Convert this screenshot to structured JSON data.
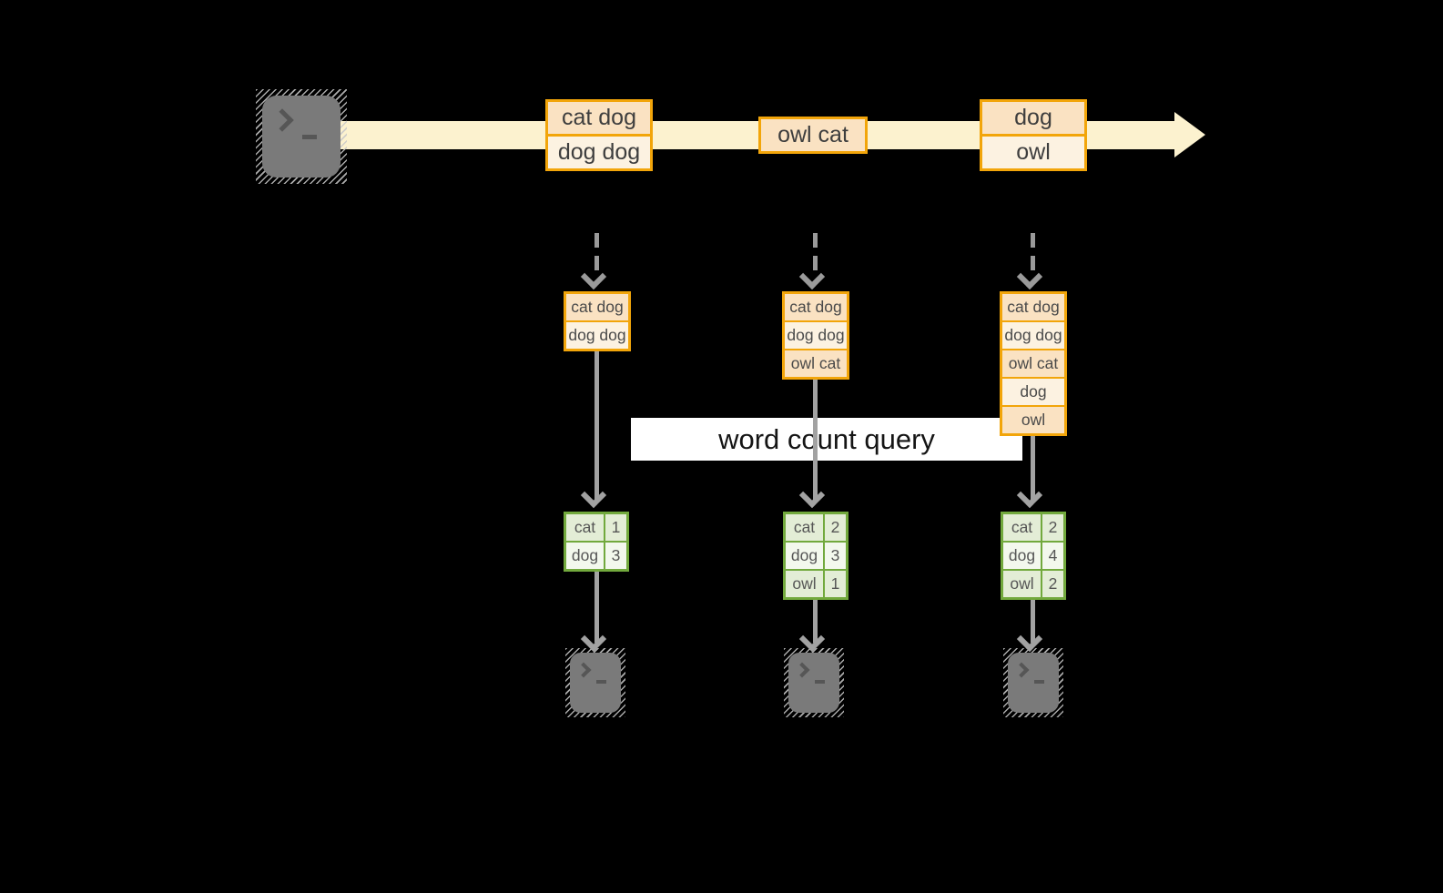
{
  "diagram": {
    "query_label": "word count query",
    "source": {
      "icon": "terminal-icon"
    },
    "stream_batches": [
      {
        "lines": [
          "cat dog",
          "dog dog"
        ]
      },
      {
        "lines": [
          "owl cat"
        ]
      },
      {
        "lines": [
          "dog",
          "owl"
        ]
      }
    ],
    "input_tables": [
      {
        "lines": [
          "cat dog",
          "dog dog"
        ]
      },
      {
        "lines": [
          "cat dog",
          "dog dog",
          "owl cat"
        ]
      },
      {
        "lines": [
          "cat dog",
          "dog dog",
          "owl cat",
          "dog",
          "owl"
        ]
      }
    ],
    "result_tables": [
      {
        "rows": [
          {
            "word": "cat",
            "count": "1"
          },
          {
            "word": "dog",
            "count": "3"
          }
        ]
      },
      {
        "rows": [
          {
            "word": "cat",
            "count": "2"
          },
          {
            "word": "dog",
            "count": "3"
          },
          {
            "word": "owl",
            "count": "1"
          }
        ]
      },
      {
        "rows": [
          {
            "word": "cat",
            "count": "2"
          },
          {
            "word": "dog",
            "count": "4"
          },
          {
            "word": "owl",
            "count": "2"
          }
        ]
      }
    ],
    "sinks": [
      {
        "icon": "terminal-icon"
      },
      {
        "icon": "terminal-icon"
      },
      {
        "icon": "terminal-icon"
      }
    ],
    "colors": {
      "background": "#000000",
      "stream_arrow": "#FCF2CF",
      "box_border": "#F2A50A",
      "box_fill_dark": "#FAE2C2",
      "box_fill_light": "#FCF2E1",
      "table_border": "#72A93D",
      "table_fill_dark": "#E3EDD6",
      "table_fill_light": "#F3F8ED",
      "arrow_gray": "#9A9A9A",
      "terminal_gray": "#7A7A7A",
      "label_bg": "#FFFFFF",
      "label_text": "#151515"
    }
  }
}
